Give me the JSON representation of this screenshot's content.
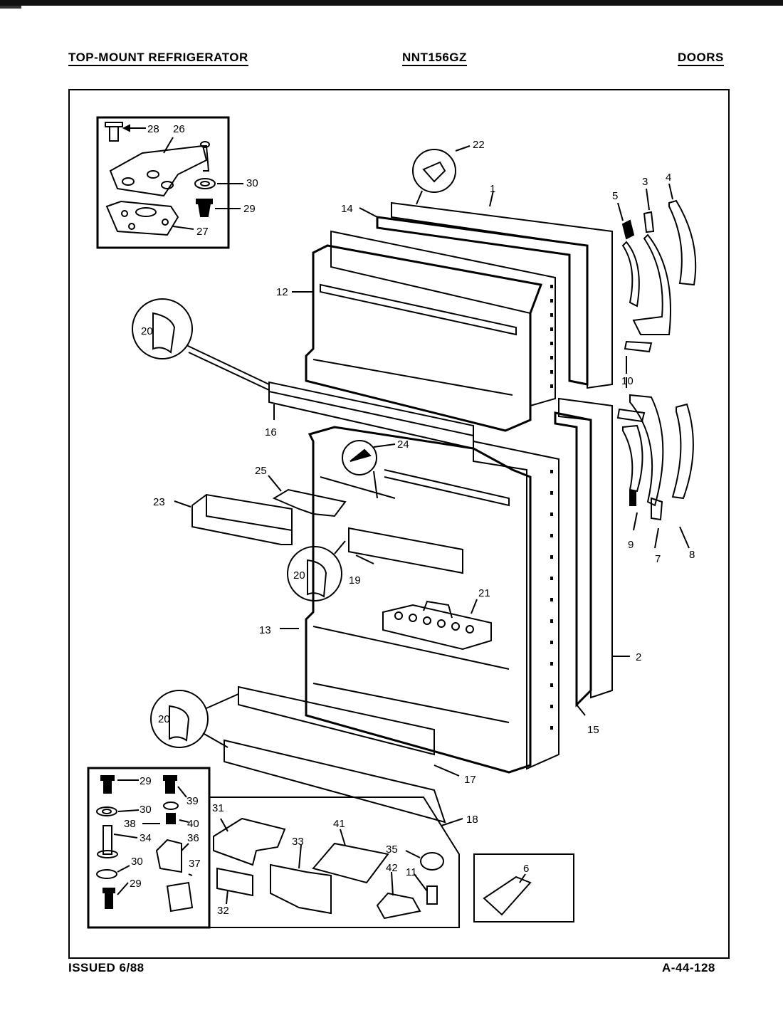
{
  "header": {
    "left": "TOP-MOUNT REFRIGERATOR",
    "center": "NNT156GZ",
    "right": "DOORS"
  },
  "footer": {
    "issued": "ISSUED 6/88",
    "code": "A-44-128"
  },
  "labels": {
    "p1": "1",
    "p2": "2",
    "p3": "3",
    "p4": "4",
    "p5": "5",
    "p6": "6",
    "p7": "7",
    "p8": "8",
    "p9": "9",
    "p10": "10",
    "p11": "11",
    "p12": "12",
    "p13": "13",
    "p14": "14",
    "p15": "15",
    "p16": "16",
    "p17": "17",
    "p18": "18",
    "p19": "19",
    "p20": "20",
    "p21": "21",
    "p22": "22",
    "p23": "23",
    "p24": "24",
    "p25": "25",
    "p26": "26",
    "p27": "27",
    "p28": "28",
    "p29": "29",
    "p30": "30",
    "p31": "31",
    "p32": "32",
    "p33": "33",
    "p34": "34",
    "p35": "35",
    "p36": "36",
    "p37": "37",
    "p38": "38",
    "p39": "39",
    "p40": "40",
    "p41": "41",
    "p42": "42"
  }
}
